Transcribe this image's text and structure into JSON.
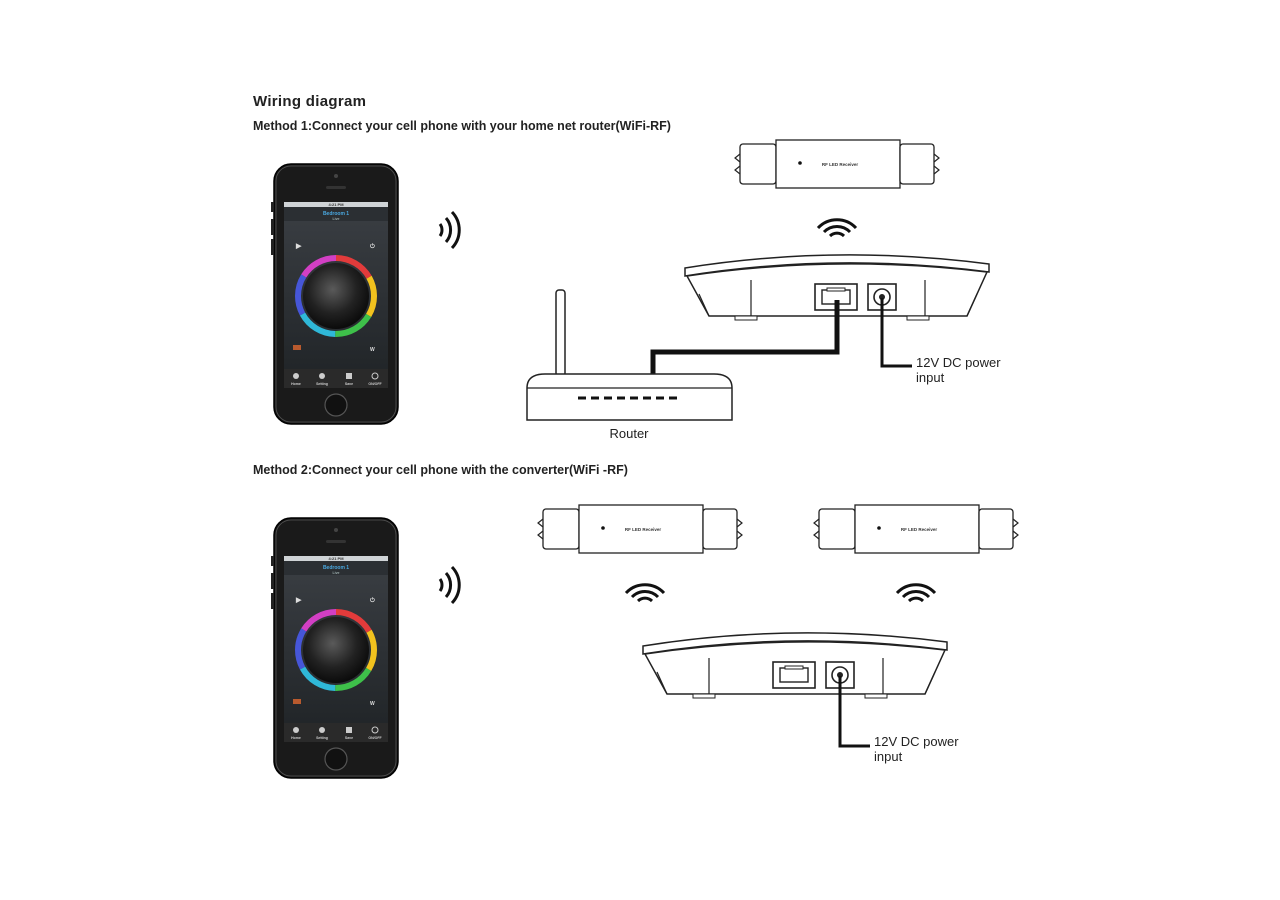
{
  "title": "Wiring diagram",
  "method1": "Method 1:Connect your cell phone with your home net router(WiFi-RF)",
  "method2": "Method 2:Connect your cell phone with the converter(WiFi -RF)",
  "router_label": "Router",
  "power_label": [
    "12V DC power",
    "input"
  ],
  "receiver_label": "RF LED Receiver",
  "phone": {
    "status_time": "4:21 PM",
    "room": "Bedroom 1",
    "room_sub": "Live",
    "tabs": [
      "Home",
      "Setting",
      "Save",
      "ON/OFF"
    ]
  },
  "colors": {
    "ink": "#111111",
    "line": "#222222"
  }
}
